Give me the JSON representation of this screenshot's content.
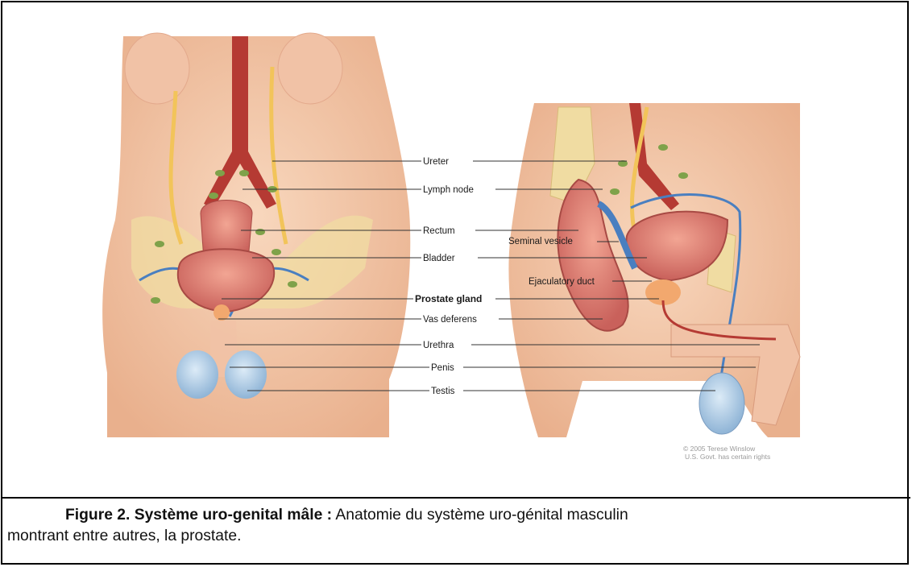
{
  "labels": {
    "ureter": "Ureter",
    "lymph_node": "Lymph node",
    "rectum": "Rectum",
    "bladder": "Bladder",
    "prostate_gland": "Prostate gland",
    "vas_deferens": "Vas deferens",
    "urethra": "Urethra",
    "penis": "Penis",
    "testis": "Testis",
    "seminal_vesicle": "Seminal vesicle",
    "ejaculatory_duct": "Ejaculatory duct"
  },
  "credit": {
    "line1": "© 2005 Terese Winslow",
    "line2": "U.S. Govt. has certain rights"
  },
  "caption": {
    "title": "Figure 2. Système uro-genital mâle :",
    "text_line1": " Anatomie du système uro-génital masculin",
    "text_line2": "montrant entre autres, la prostate."
  },
  "colors": {
    "skin": "#f3c8a8",
    "muscle": "#c9615b",
    "vessel_red": "#b53a33",
    "vessel_blue": "#4a7fc0",
    "nerve_yellow": "#f2c45a",
    "lymph_green": "#7fa24a",
    "bone": "#f0dca2",
    "testis_blue": "#a9c9e4"
  }
}
